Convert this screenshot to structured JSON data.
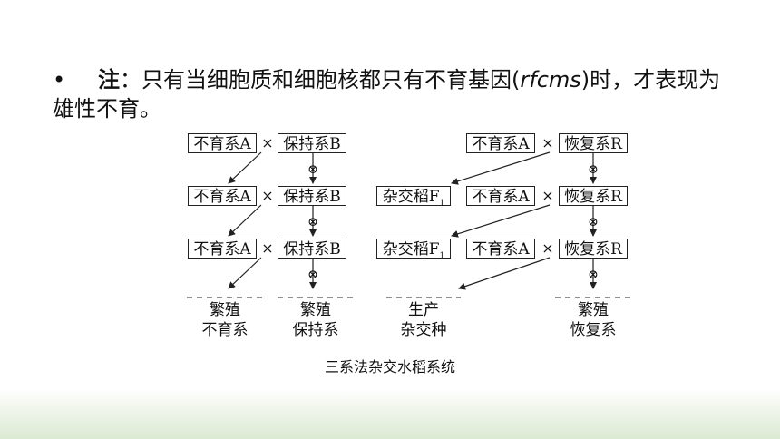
{
  "note": {
    "bullet": "•",
    "label": "注",
    "colon": "：",
    "text_before": "只有当细胞质和细胞核都只有不育基因(",
    "gene": "rfcms",
    "text_after": ")时，才表现为雄性不育。"
  },
  "diagram": {
    "sterile_A": "不育系A",
    "maintainer_B": "保持系B",
    "restorer_R": "恢复系R",
    "hybrid_F1": "杂交稻F",
    "hybrid_sub": "1",
    "cross_symbol": "×",
    "selfing_symbol": "⊗",
    "labels": {
      "breed": "繁殖",
      "sterile": "不育系",
      "maintainer": "保持系",
      "produce": "生产",
      "hybrid_seed": "杂交种",
      "restorer": "恢复系"
    },
    "caption": "三系法杂交水稻系统"
  }
}
